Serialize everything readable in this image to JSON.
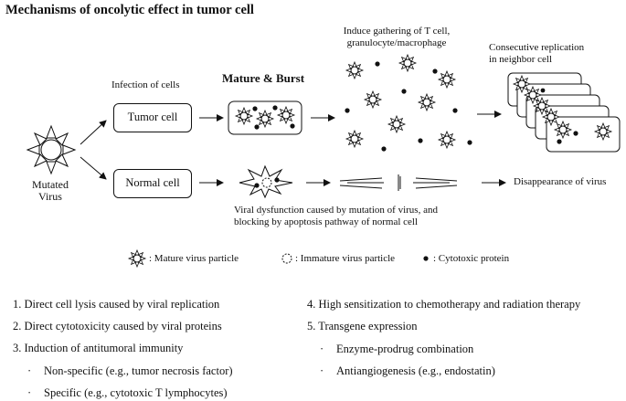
{
  "title": "Mechanisms of oncolytic effect in tumor cell",
  "labels": {
    "mutated_virus": "Mutated\nVirus",
    "infection_of_cells": "Infection of cells",
    "tumor_cell": "Tumor cell",
    "normal_cell": "Normal cell",
    "mature_burst": "Mature & Burst",
    "induce_gathering": "Induce gathering of T cell,\ngranulocyte/macrophage",
    "consecutive_replication": "Consecutive replication\nin  neighbor cell",
    "viral_dysfunction": "Viral dysfunction caused by mutation of virus, and\nblocking by apoptosis pathway of normal cell",
    "disappearance": "Disappearance of virus"
  },
  "legend": {
    "mature": ": Mature virus particle",
    "immature": ": Immature virus particle",
    "cytotoxic": ": Cytotoxic protein"
  },
  "list_left": [
    "1.  Direct cell lysis caused by viral replication",
    "2.  Direct cytotoxicity caused by viral proteins",
    "3.  Induction of antitumoral immunity",
    "Non-specific (e.g., tumor necrosis factor)",
    "Specific (e.g., cytotoxic T lymphocytes)"
  ],
  "list_right": [
    "4.  High sensitization to chemotherapy and radiation therapy",
    "5.  Transgene expression",
    "Enzyme-prodrug combination",
    "Antiangiogenesis (e.g., endostatin)"
  ],
  "bullet": "·"
}
